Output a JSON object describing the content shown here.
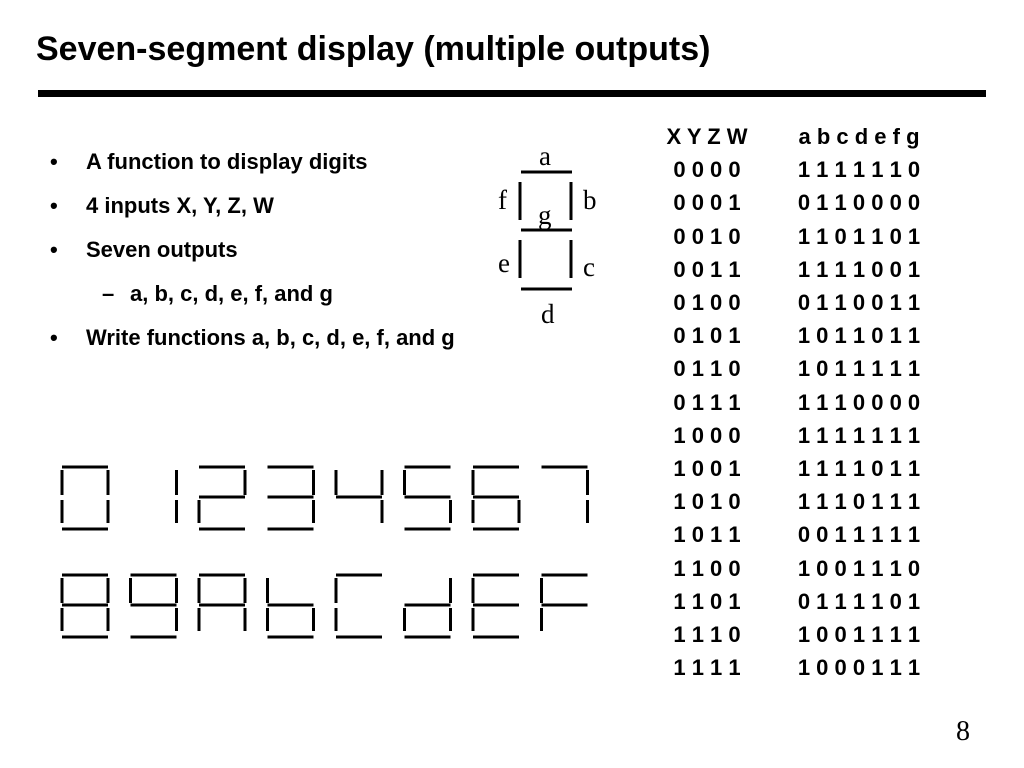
{
  "slide": {
    "title": "Seven-segment display (multiple outputs)",
    "page_number": "8"
  },
  "bullets": [
    {
      "level": 1,
      "text": "A function to display digits"
    },
    {
      "level": 1,
      "text": "4 inputs X, Y, Z, W"
    },
    {
      "level": 1,
      "text": "Seven outputs"
    },
    {
      "level": 2,
      "text": "a, b, c, d, e, f, and g"
    },
    {
      "level": 1,
      "text": "Write functions a, b, c, d, e, f, and g"
    }
  ],
  "bullet_dash": "–",
  "segment_diagram": {
    "labels": {
      "a": "a",
      "b": "b",
      "c": "c",
      "d": "d",
      "e": "e",
      "f": "f",
      "g": "g"
    }
  },
  "truth_table": {
    "input_header": "X Y Z W",
    "output_header": "a b c d e f g",
    "rows": [
      {
        "inputs": "0 0 0 0",
        "outputs": "1 1 1 1 1 1 0"
      },
      {
        "inputs": "0 0 0 1",
        "outputs": "0 1 1 0 0 0 0"
      },
      {
        "inputs": "0 0 1 0",
        "outputs": "1 1 0 1 1 0 1"
      },
      {
        "inputs": "0 0 1 1",
        "outputs": "1 1 1 1 0 0 1"
      },
      {
        "inputs": "0 1 0 0",
        "outputs": "0 1 1 0 0 1 1"
      },
      {
        "inputs": "0 1 0 1",
        "outputs": "1 0 1 1 0 1 1"
      },
      {
        "inputs": "0 1 1 0",
        "outputs": "1 0 1 1 1 1 1"
      },
      {
        "inputs": "0 1 1 1",
        "outputs": "1 1 1 0 0 0 0"
      },
      {
        "inputs": "1 0 0 0",
        "outputs": "1 1 1 1 1 1 1"
      },
      {
        "inputs": "1 0 0 1",
        "outputs": "1 1 1 1 0 1 1"
      },
      {
        "inputs": "1 0 1 0",
        "outputs": "1 1 1 0 1 1 1"
      },
      {
        "inputs": "1 0 1 1",
        "outputs": "0 0 1 1 1 1 1"
      },
      {
        "inputs": "1 1 0 0",
        "outputs": "1 0 0 1 1 1 0"
      },
      {
        "inputs": "1 1 0 1",
        "outputs": "0 1 1 1 1 0 1"
      },
      {
        "inputs": "1 1 1 0",
        "outputs": "1 0 0 1 1 1 1"
      },
      {
        "inputs": "1 1 1 1",
        "outputs": "1 0 0 0 1 1 1"
      }
    ]
  },
  "digit_rows": [
    [
      "1111110",
      "0110000",
      "1101101",
      "1111001",
      "0110011",
      "1011011",
      "1011111",
      "1110000"
    ],
    [
      "1111111",
      "1111011",
      "1110111",
      "0011111",
      "1001110",
      "0111101",
      "1001111",
      "1000111"
    ]
  ]
}
